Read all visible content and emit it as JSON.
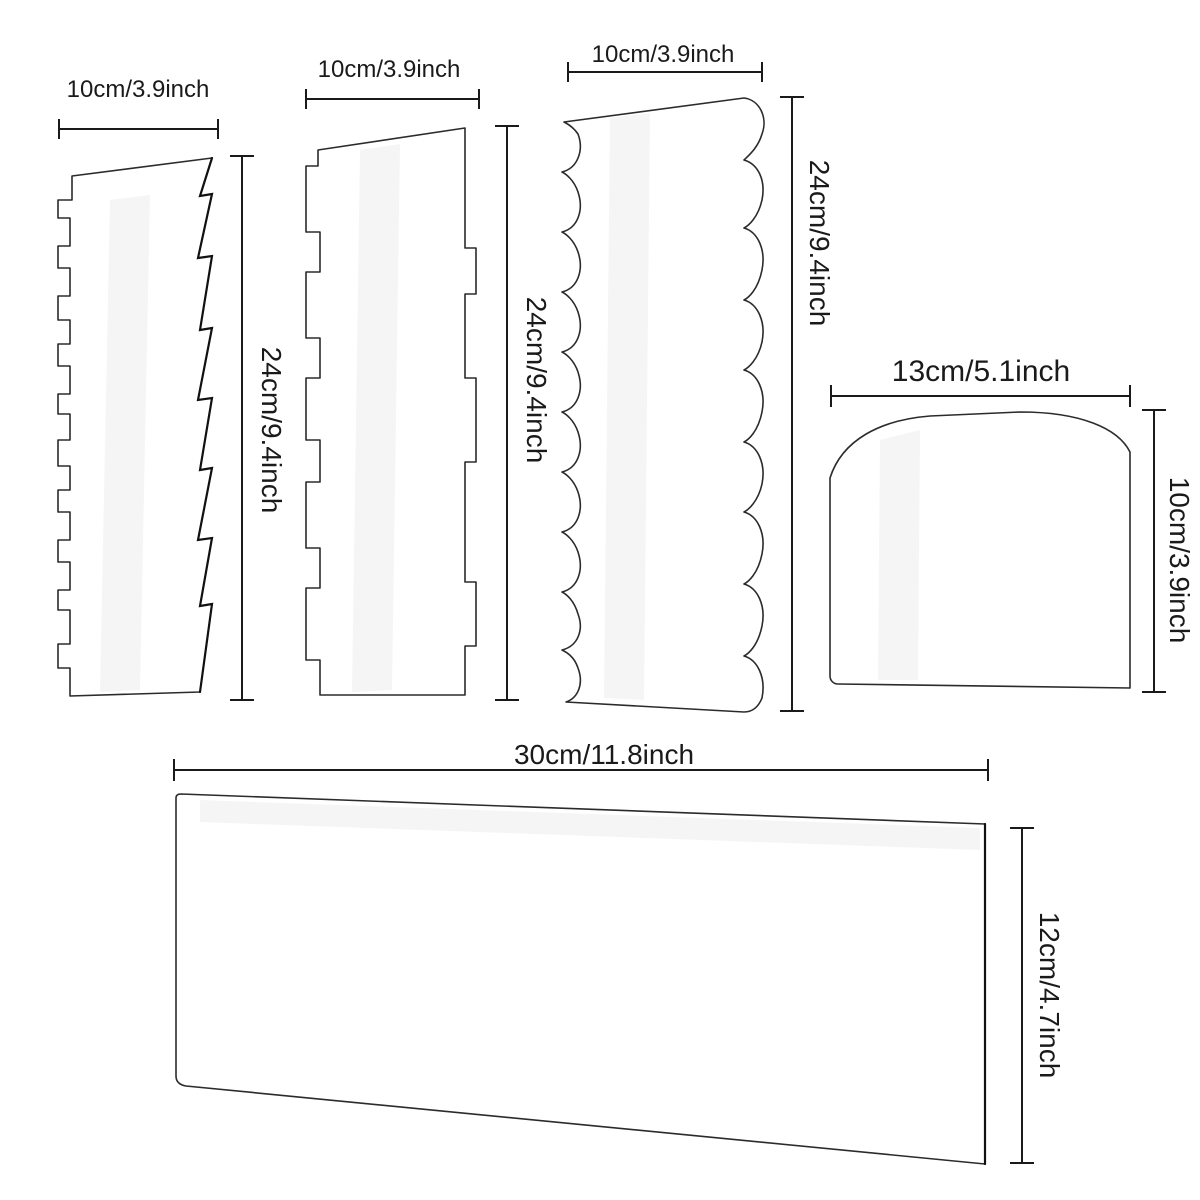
{
  "pieces": [
    {
      "id": "zigzag-scraper",
      "width_label": "10cm/3.9inch",
      "height_label": "24cm/9.4inch"
    },
    {
      "id": "notched-scraper",
      "width_label": "10cm/3.9inch",
      "height_label": "24cm/9.4inch"
    },
    {
      "id": "scalloped-scraper",
      "width_label": "10cm/3.9inch",
      "height_label": "24cm/9.4inch"
    },
    {
      "id": "dough-scraper",
      "width_label": "13cm/5.1inch",
      "height_label": "10cm/3.9inch"
    },
    {
      "id": "long-scraper",
      "width_label": "30cm/11.8inch",
      "height_label": "12cm/4.7inch"
    }
  ]
}
